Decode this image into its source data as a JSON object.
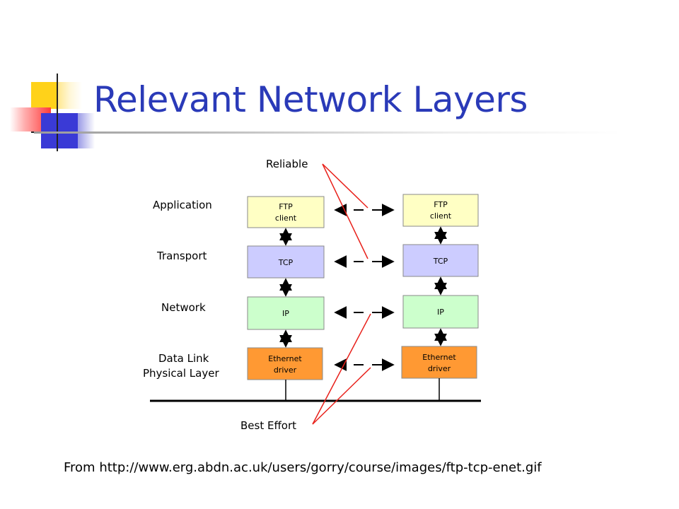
{
  "slide": {
    "title": "Relevant Network Layers",
    "source": "From http://www.erg.abdn.ac.uk/users/gorry/course/images/ftp-tcp-enet.gif"
  },
  "diagram": {
    "layers": [
      {
        "label": "Application",
        "box": [
          "FTP",
          "client"
        ],
        "fill": "#ffffc4"
      },
      {
        "label": "Transport",
        "box": [
          "TCP"
        ],
        "fill": "#ccccff"
      },
      {
        "label": "Network",
        "box": [
          "IP"
        ],
        "fill": "#ccffcc"
      },
      {
        "label": [
          "Data Link",
          "Physical Layer"
        ],
        "box": [
          "Ethernet",
          "driver"
        ],
        "fill": "#ff9933"
      }
    ],
    "reliable_label": "Reliable",
    "best_effort_label": "Best Effort",
    "annotation_color": "#e8201a"
  },
  "colors": {
    "title": "#2a3ab8",
    "deco_yellow": "#ffd21a",
    "deco_blue": "#3a3ad6",
    "deco_red": "#ff3b3b"
  }
}
